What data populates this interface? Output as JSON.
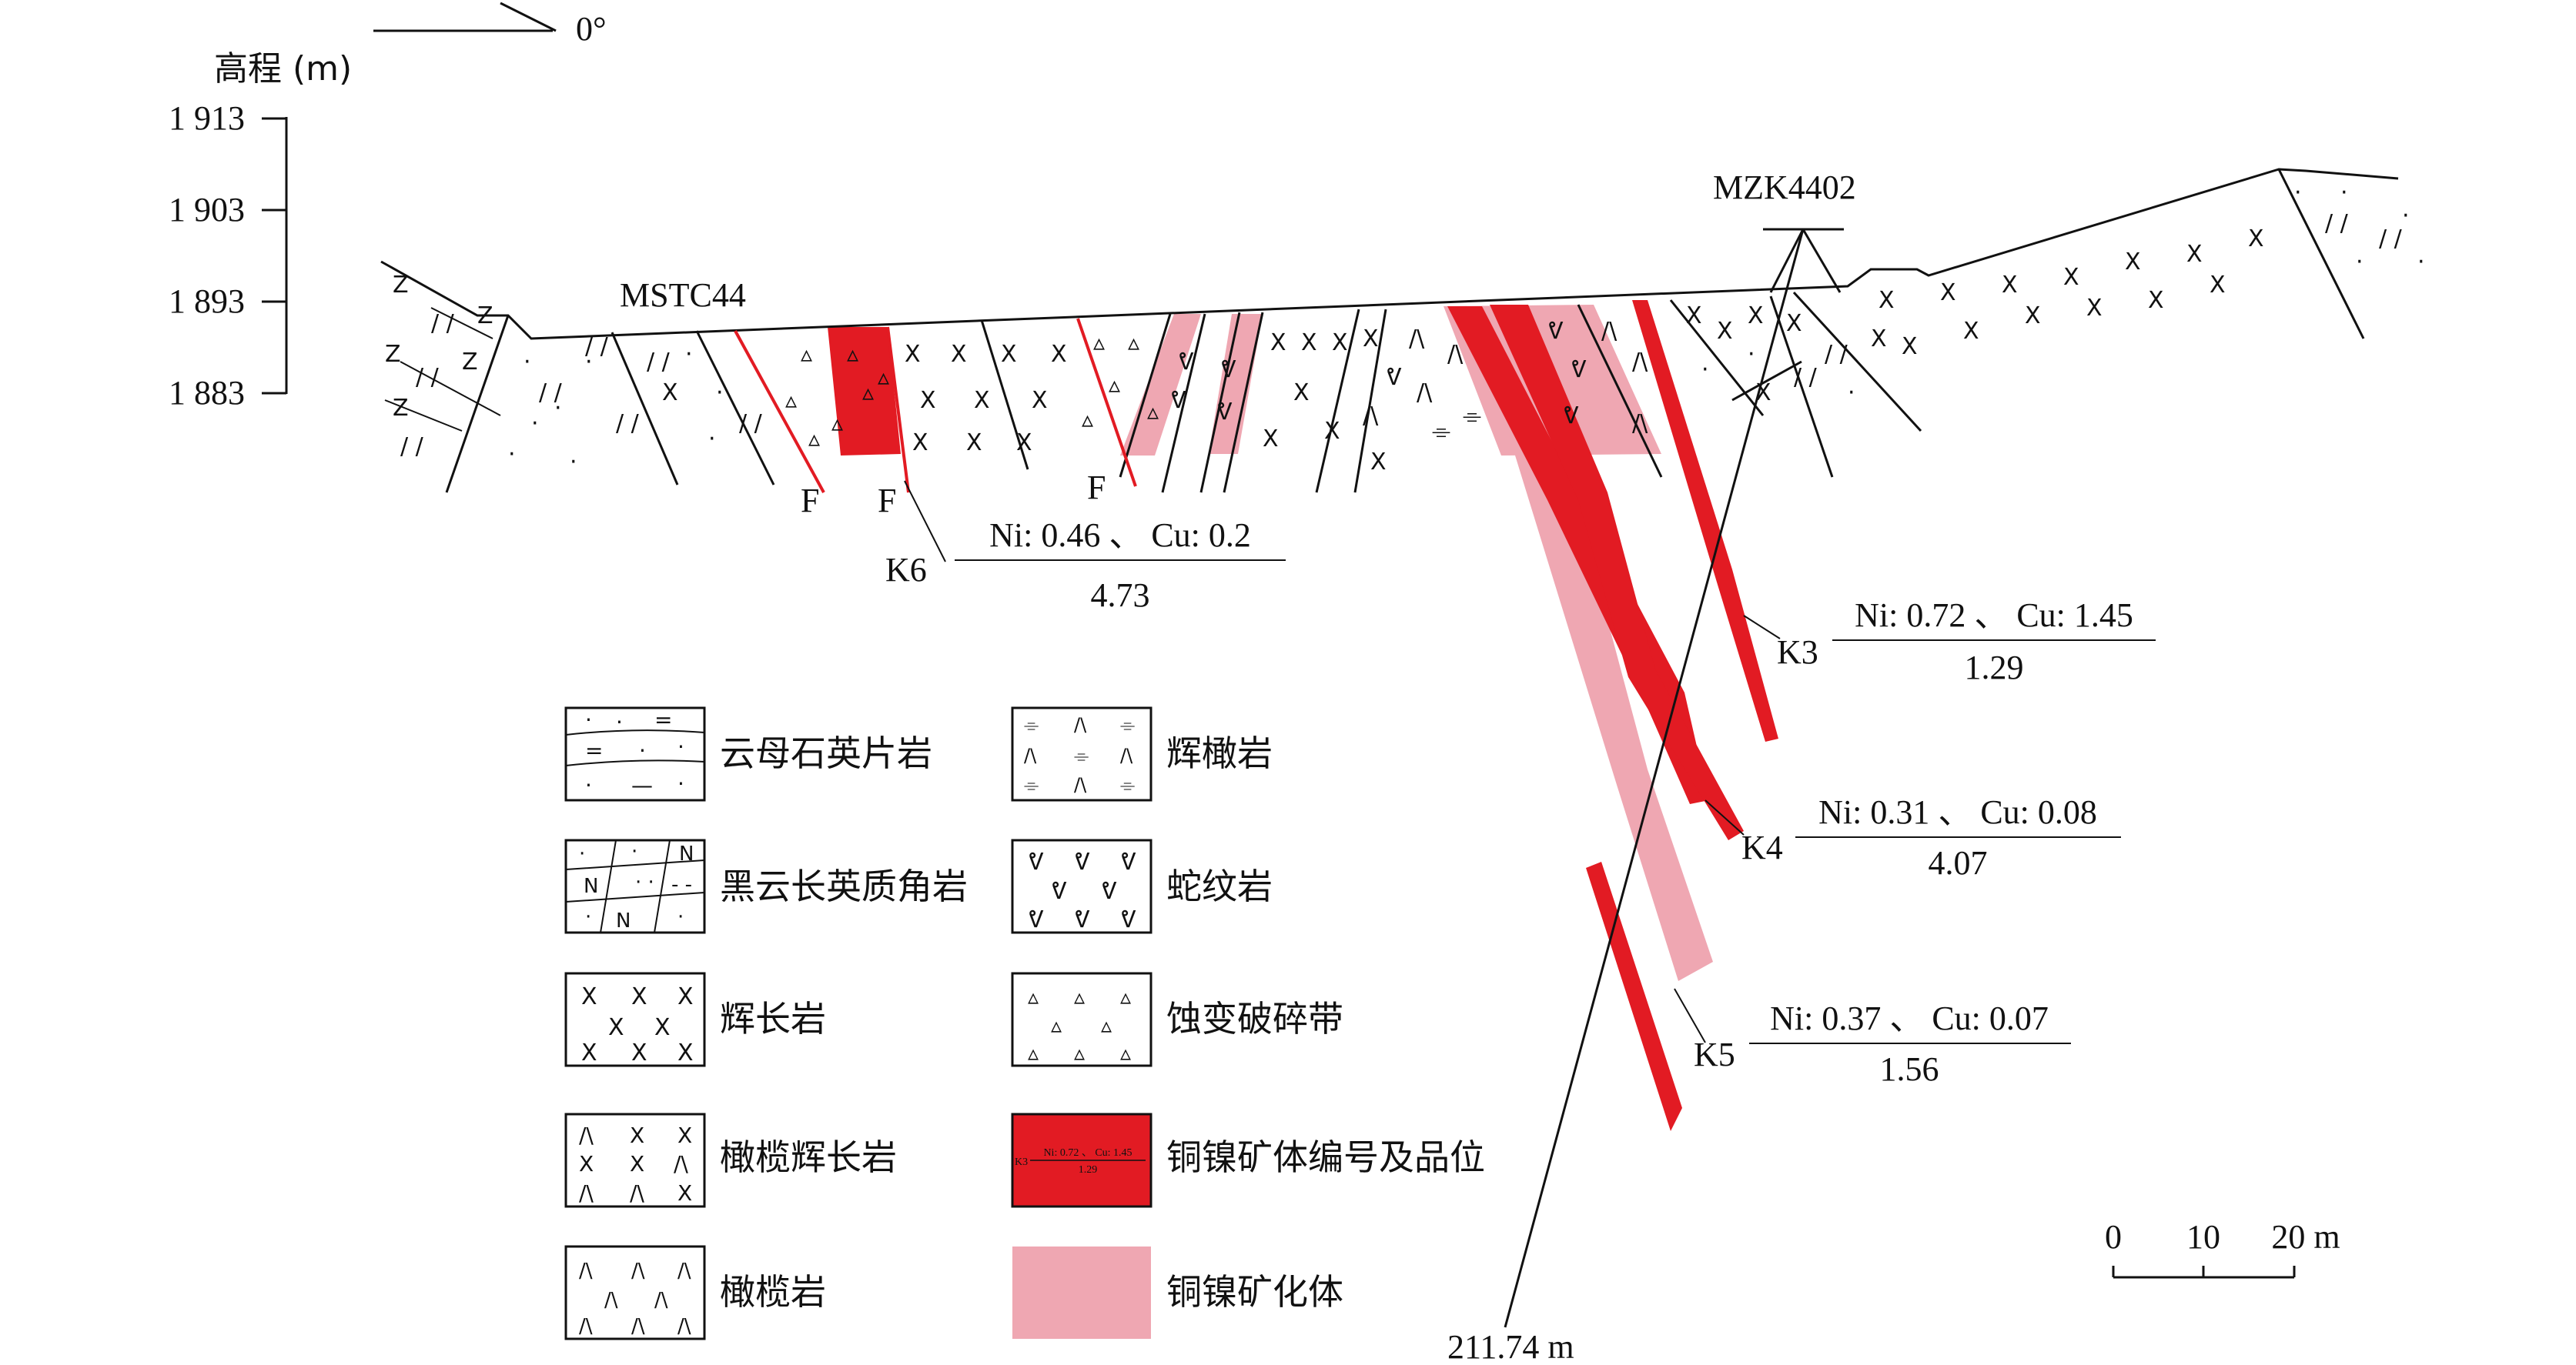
{
  "north": {
    "label": "0°"
  },
  "elevation": {
    "title": "高程 (m)",
    "ticks": [
      "1 913",
      "1 903",
      "1 893",
      "1 883"
    ]
  },
  "boreholes": {
    "trench": "MSTC44",
    "drill": "MZK4402",
    "depth": "211.74 m"
  },
  "faults": [
    "F",
    "F",
    "F"
  ],
  "orebodies": [
    {
      "id": "K6",
      "grade": "Ni: 0.46 、 Cu: 0.2",
      "thickness": "4.73"
    },
    {
      "id": "K3",
      "grade": "Ni: 0.72 、 Cu: 1.45",
      "thickness": "1.29"
    },
    {
      "id": "K4",
      "grade": "Ni: 0.31 、 Cu: 0.08",
      "thickness": "4.07"
    },
    {
      "id": "K5",
      "grade": "Ni: 0.37 、 Cu: 0.07",
      "thickness": "1.56"
    }
  ],
  "legend": [
    {
      "label": "云母石英片岩",
      "pattern": "mica-quartz-schist"
    },
    {
      "label": "黑云长英质角岩",
      "pattern": "biotite-felsic-hornfels"
    },
    {
      "label": "辉长岩",
      "pattern": "gabbro"
    },
    {
      "label": "橄榄辉长岩",
      "pattern": "olivine-gabbro"
    },
    {
      "label": "橄榄岩",
      "pattern": "peridotite"
    },
    {
      "label": "辉橄岩",
      "pattern": "dunite"
    },
    {
      "label": "蛇纹岩",
      "pattern": "serpentinite"
    },
    {
      "label": "蚀变破碎带",
      "pattern": "altered-fracture-zone"
    },
    {
      "label": "铜镍矿体编号及品位",
      "pattern": "ore-body",
      "sample": {
        "id": "K3",
        "grade": "Ni: 0.72 、 Cu: 1.45",
        "thickness": "1.29"
      }
    },
    {
      "label": "铜镍矿化体",
      "pattern": "mineralized-body"
    }
  ],
  "scale": {
    "ticks": [
      "0",
      "10",
      "20 m"
    ]
  },
  "colors": {
    "ore": "#e21b23",
    "mineralized": "#efa7b2"
  }
}
